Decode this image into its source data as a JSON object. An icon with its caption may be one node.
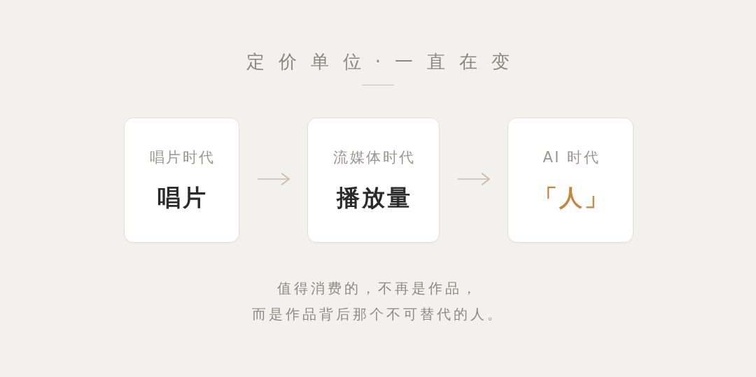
{
  "diagram": {
    "title": "定价单位·一直在变",
    "nodes": [
      {
        "text": [
          "唱片时代",
          "唱片"
        ]
      },
      {
        "text": [
          "流媒体时代",
          "播放量"
        ]
      },
      {
        "text": [
          "AI 时代",
          "「人」"
        ]
      }
    ],
    "edges": [
      {
        "from": 0,
        "to": 1,
        "arrow": "to"
      },
      {
        "from": 1,
        "to": 2,
        "arrow": "to"
      }
    ],
    "caption": "值得消费的，不再是作品，而是作品背后那个不可替代的人。"
  }
}
